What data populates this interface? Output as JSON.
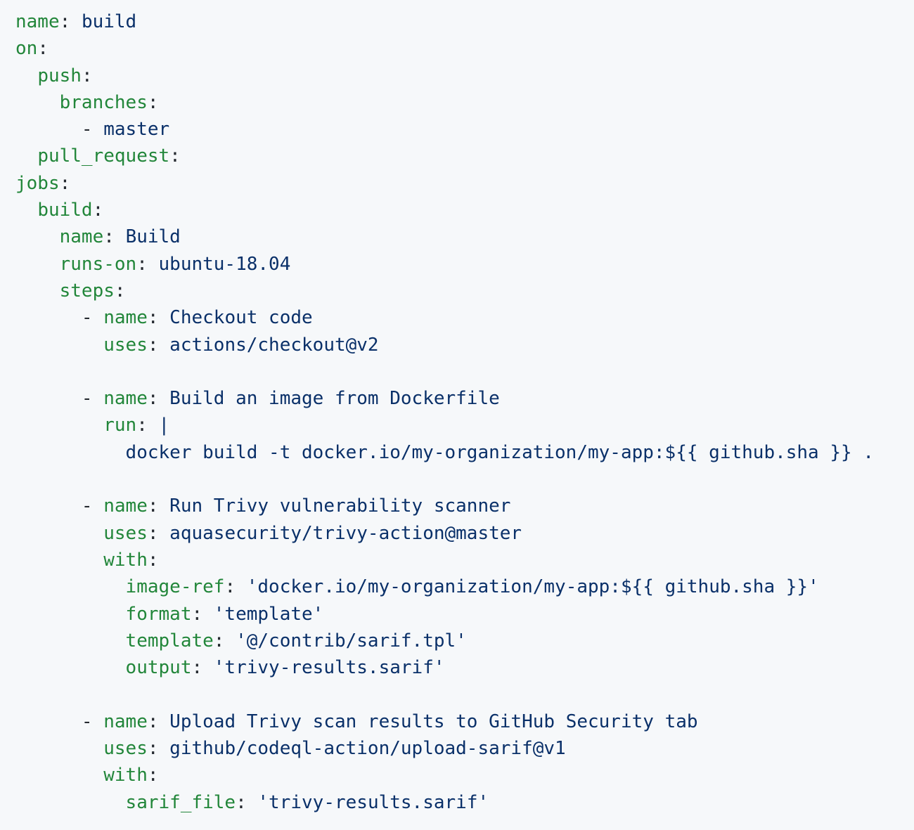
{
  "colors": {
    "background": "#f6f8fa",
    "key": "#22863a",
    "value": "#0a3069",
    "punctuation": "#24292f"
  },
  "code": {
    "language": "yaml",
    "lines": [
      [
        [
          "key",
          "name"
        ],
        [
          "pun",
          ": "
        ],
        [
          "val",
          "build"
        ]
      ],
      [
        [
          "key",
          "on"
        ],
        [
          "pun",
          ":"
        ]
      ],
      [
        [
          "pun",
          "  "
        ],
        [
          "key",
          "push"
        ],
        [
          "pun",
          ":"
        ]
      ],
      [
        [
          "pun",
          "    "
        ],
        [
          "key",
          "branches"
        ],
        [
          "pun",
          ":"
        ]
      ],
      [
        [
          "pun",
          "      - "
        ],
        [
          "val",
          "master"
        ]
      ],
      [
        [
          "pun",
          "  "
        ],
        [
          "key",
          "pull_request"
        ],
        [
          "pun",
          ":"
        ]
      ],
      [
        [
          "key",
          "jobs"
        ],
        [
          "pun",
          ":"
        ]
      ],
      [
        [
          "pun",
          "  "
        ],
        [
          "key",
          "build"
        ],
        [
          "pun",
          ":"
        ]
      ],
      [
        [
          "pun",
          "    "
        ],
        [
          "key",
          "name"
        ],
        [
          "pun",
          ": "
        ],
        [
          "val",
          "Build"
        ]
      ],
      [
        [
          "pun",
          "    "
        ],
        [
          "key",
          "runs-on"
        ],
        [
          "pun",
          ": "
        ],
        [
          "val",
          "ubuntu-18.04"
        ]
      ],
      [
        [
          "pun",
          "    "
        ],
        [
          "key",
          "steps"
        ],
        [
          "pun",
          ":"
        ]
      ],
      [
        [
          "pun",
          "      - "
        ],
        [
          "key",
          "name"
        ],
        [
          "pun",
          ": "
        ],
        [
          "val",
          "Checkout code"
        ]
      ],
      [
        [
          "pun",
          "        "
        ],
        [
          "key",
          "uses"
        ],
        [
          "pun",
          ": "
        ],
        [
          "val",
          "actions/checkout@v2"
        ]
      ],
      [],
      [
        [
          "pun",
          "      - "
        ],
        [
          "key",
          "name"
        ],
        [
          "pun",
          ": "
        ],
        [
          "val",
          "Build an image from Dockerfile"
        ]
      ],
      [
        [
          "pun",
          "        "
        ],
        [
          "key",
          "run"
        ],
        [
          "pun",
          ": "
        ],
        [
          "val",
          "|"
        ]
      ],
      [
        [
          "pun",
          "          "
        ],
        [
          "val",
          "docker build -t docker.io/my-organization/my-app:${{ github.sha }} ."
        ]
      ],
      [],
      [
        [
          "pun",
          "      - "
        ],
        [
          "key",
          "name"
        ],
        [
          "pun",
          ": "
        ],
        [
          "val",
          "Run Trivy vulnerability scanner"
        ]
      ],
      [
        [
          "pun",
          "        "
        ],
        [
          "key",
          "uses"
        ],
        [
          "pun",
          ": "
        ],
        [
          "val",
          "aquasecurity/trivy-action@master"
        ]
      ],
      [
        [
          "pun",
          "        "
        ],
        [
          "key",
          "with"
        ],
        [
          "pun",
          ":"
        ]
      ],
      [
        [
          "pun",
          "          "
        ],
        [
          "key",
          "image-ref"
        ],
        [
          "pun",
          ": "
        ],
        [
          "val",
          "'docker.io/my-organization/my-app:${{ github.sha }}'"
        ]
      ],
      [
        [
          "pun",
          "          "
        ],
        [
          "key",
          "format"
        ],
        [
          "pun",
          ": "
        ],
        [
          "val",
          "'template'"
        ]
      ],
      [
        [
          "pun",
          "          "
        ],
        [
          "key",
          "template"
        ],
        [
          "pun",
          ": "
        ],
        [
          "val",
          "'@/contrib/sarif.tpl'"
        ]
      ],
      [
        [
          "pun",
          "          "
        ],
        [
          "key",
          "output"
        ],
        [
          "pun",
          ": "
        ],
        [
          "val",
          "'trivy-results.sarif'"
        ]
      ],
      [],
      [
        [
          "pun",
          "      - "
        ],
        [
          "key",
          "name"
        ],
        [
          "pun",
          ": "
        ],
        [
          "val",
          "Upload Trivy scan results to GitHub Security tab"
        ]
      ],
      [
        [
          "pun",
          "        "
        ],
        [
          "key",
          "uses"
        ],
        [
          "pun",
          ": "
        ],
        [
          "val",
          "github/codeql-action/upload-sarif@v1"
        ]
      ],
      [
        [
          "pun",
          "        "
        ],
        [
          "key",
          "with"
        ],
        [
          "pun",
          ":"
        ]
      ],
      [
        [
          "pun",
          "          "
        ],
        [
          "key",
          "sarif_file"
        ],
        [
          "pun",
          ": "
        ],
        [
          "val",
          "'trivy-results.sarif'"
        ]
      ]
    ]
  }
}
